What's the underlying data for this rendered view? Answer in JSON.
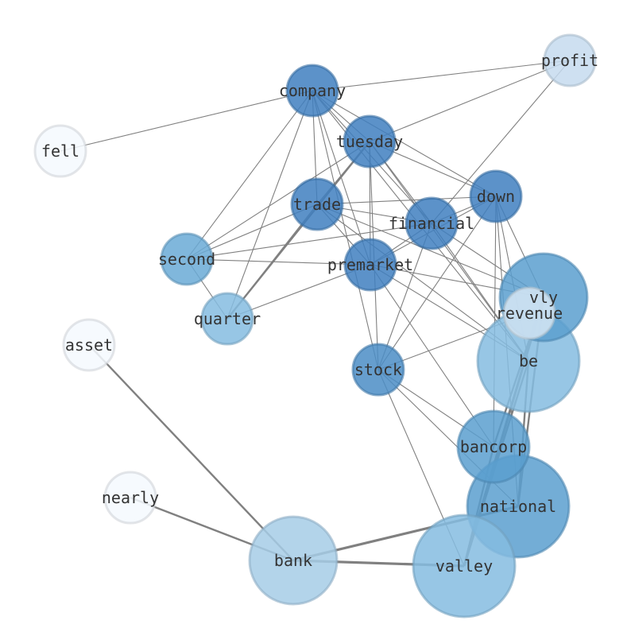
{
  "graph": {
    "nodes": [
      {
        "id": "profit",
        "label": "profit",
        "color": "#c6dbef"
      },
      {
        "id": "company",
        "label": "company",
        "color": "#3f7fbf"
      },
      {
        "id": "fell",
        "label": "fell",
        "color": "#f5f9fe"
      },
      {
        "id": "tuesday",
        "label": "tuesday",
        "color": "#3f7fbf"
      },
      {
        "id": "down",
        "label": "down",
        "color": "#3f7fbf"
      },
      {
        "id": "trade",
        "label": "trade",
        "color": "#3f7fbf"
      },
      {
        "id": "financial",
        "label": "financial",
        "color": "#3f7fbf"
      },
      {
        "id": "second",
        "label": "second",
        "color": "#6aaad6"
      },
      {
        "id": "premarket",
        "label": "premarket",
        "color": "#3f7fbf"
      },
      {
        "id": "vly",
        "label": "vly",
        "color": "#5a9fcf"
      },
      {
        "id": "revenue",
        "label": "revenue",
        "color": "#d6e6f4"
      },
      {
        "id": "quarter",
        "label": "quarter",
        "color": "#85bce0"
      },
      {
        "id": "asset",
        "label": "asset",
        "color": "#f5f9fe"
      },
      {
        "id": "be",
        "label": "be",
        "color": "#85bce0"
      },
      {
        "id": "stock",
        "label": "stock",
        "color": "#4b8dc6"
      },
      {
        "id": "bancorp",
        "label": "bancorp",
        "color": "#5a9fcf"
      },
      {
        "id": "nearly",
        "label": "nearly",
        "color": "#f5f9fe"
      },
      {
        "id": "national",
        "label": "national",
        "color": "#5a9fcf"
      },
      {
        "id": "bank",
        "label": "bank",
        "color": "#a6cde6"
      },
      {
        "id": "valley",
        "label": "valley",
        "color": "#85bce0"
      }
    ],
    "edges": [
      [
        "company",
        "profit",
        1
      ],
      [
        "company",
        "fell",
        1
      ],
      [
        "company",
        "tuesday",
        1
      ],
      [
        "company",
        "down",
        1
      ],
      [
        "company",
        "trade",
        1
      ],
      [
        "company",
        "financial",
        1
      ],
      [
        "company",
        "second",
        1
      ],
      [
        "company",
        "premarket",
        1
      ],
      [
        "company",
        "quarter",
        1
      ],
      [
        "company",
        "be",
        1
      ],
      [
        "company",
        "stock",
        1
      ],
      [
        "tuesday",
        "profit",
        1
      ],
      [
        "tuesday",
        "down",
        1
      ],
      [
        "tuesday",
        "trade",
        1
      ],
      [
        "tuesday",
        "financial",
        1
      ],
      [
        "tuesday",
        "premarket",
        1
      ],
      [
        "tuesday",
        "stock",
        1
      ],
      [
        "tuesday",
        "quarter",
        2
      ],
      [
        "tuesday",
        "be",
        1
      ],
      [
        "tuesday",
        "second",
        1
      ],
      [
        "financial",
        "profit",
        1
      ],
      [
        "financial",
        "trade",
        1
      ],
      [
        "financial",
        "second",
        1
      ],
      [
        "financial",
        "down",
        1
      ],
      [
        "financial",
        "stock",
        1
      ],
      [
        "financial",
        "be",
        1
      ],
      [
        "financial",
        "vly",
        1
      ],
      [
        "financial",
        "premarket",
        1
      ],
      [
        "trade",
        "down",
        1
      ],
      [
        "trade",
        "second",
        1
      ],
      [
        "trade",
        "premarket",
        1
      ],
      [
        "trade",
        "quarter",
        1
      ],
      [
        "trade",
        "be",
        1
      ],
      [
        "trade",
        "vly",
        1
      ],
      [
        "down",
        "stock",
        1
      ],
      [
        "down",
        "vly",
        1
      ],
      [
        "down",
        "be",
        1
      ],
      [
        "down",
        "bancorp",
        1
      ],
      [
        "down",
        "national",
        1
      ],
      [
        "down",
        "premarket",
        1
      ],
      [
        "second",
        "premarket",
        1
      ],
      [
        "second",
        "quarter",
        1
      ],
      [
        "premarket",
        "quarter",
        1
      ],
      [
        "premarket",
        "vly",
        1
      ],
      [
        "premarket",
        "be",
        1
      ],
      [
        "premarket",
        "bancorp",
        1
      ],
      [
        "stock",
        "bancorp",
        1
      ],
      [
        "stock",
        "valley",
        1
      ],
      [
        "stock",
        "national",
        1
      ],
      [
        "stock",
        "revenue",
        1
      ],
      [
        "asset",
        "bank",
        2
      ],
      [
        "nearly",
        "bank",
        2
      ],
      [
        "bank",
        "national",
        3
      ],
      [
        "bank",
        "valley",
        3
      ],
      [
        "valley",
        "vly",
        3
      ],
      [
        "valley",
        "be",
        2
      ],
      [
        "valley",
        "bancorp",
        2
      ],
      [
        "national",
        "be",
        2
      ],
      [
        "national",
        "vly",
        2
      ],
      [
        "vly",
        "bancorp",
        2
      ]
    ]
  }
}
